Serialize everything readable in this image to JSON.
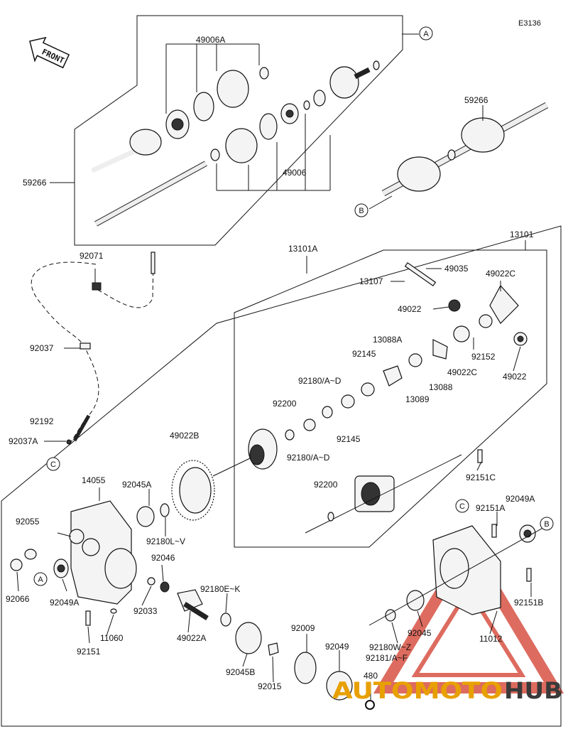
{
  "diagram_code": "E3136",
  "front_label": "FRONT",
  "callouts": {
    "a": "A",
    "b": "B",
    "c": "C"
  },
  "labels": {
    "p49006A": "49006A",
    "p59266_left": "59266",
    "p59266_right": "59266",
    "p49006": "49006",
    "p13101A": "13101A",
    "p13101": "13101",
    "p92071": "92071",
    "p49035": "49035",
    "p13107": "13107",
    "p49022C_top": "49022C",
    "p49022_top": "49022",
    "p13088A": "13088A",
    "p92037": "92037",
    "p92145_top": "92145",
    "p92152": "92152",
    "p49022_right": "49022",
    "p92180AD_top": "92180/A~D",
    "p13088": "13088",
    "p49022C_mid": "49022C",
    "p13089": "13089",
    "p92200_top": "92200",
    "p92192": "92192",
    "p92145_mid": "92145",
    "p92037A": "92037A",
    "p92180AD_mid": "92180/A~D",
    "p49022B": "49022B",
    "p92151C": "92151C",
    "p14055": "14055",
    "p92045A": "92045A",
    "p92200_mid": "92200",
    "p92049A": "92049A",
    "p92151A": "92151A",
    "p92055": "92055",
    "p92180LV": "92180L~V",
    "p92046": "92046",
    "p92066": "92066",
    "p92049A_left": "92049A",
    "p92033": "92033",
    "p92180EK": "92180E~K",
    "p92151B": "92151B",
    "p11060": "11060",
    "p49022A": "49022A",
    "p92045": "92045",
    "p11012": "11012",
    "p92009": "92009",
    "p92180WZ": "92180W~Z",
    "p92151": "92151",
    "p92049": "92049",
    "p92181AF": "92181/A~F",
    "p92045B": "92045B",
    "p92015": "92015",
    "p480": "480"
  },
  "watermark": {
    "part1": "AUTOMOTO",
    "part2": "HUB",
    "accent_color": "#e8a000",
    "logo_color": "#d23a2a"
  }
}
